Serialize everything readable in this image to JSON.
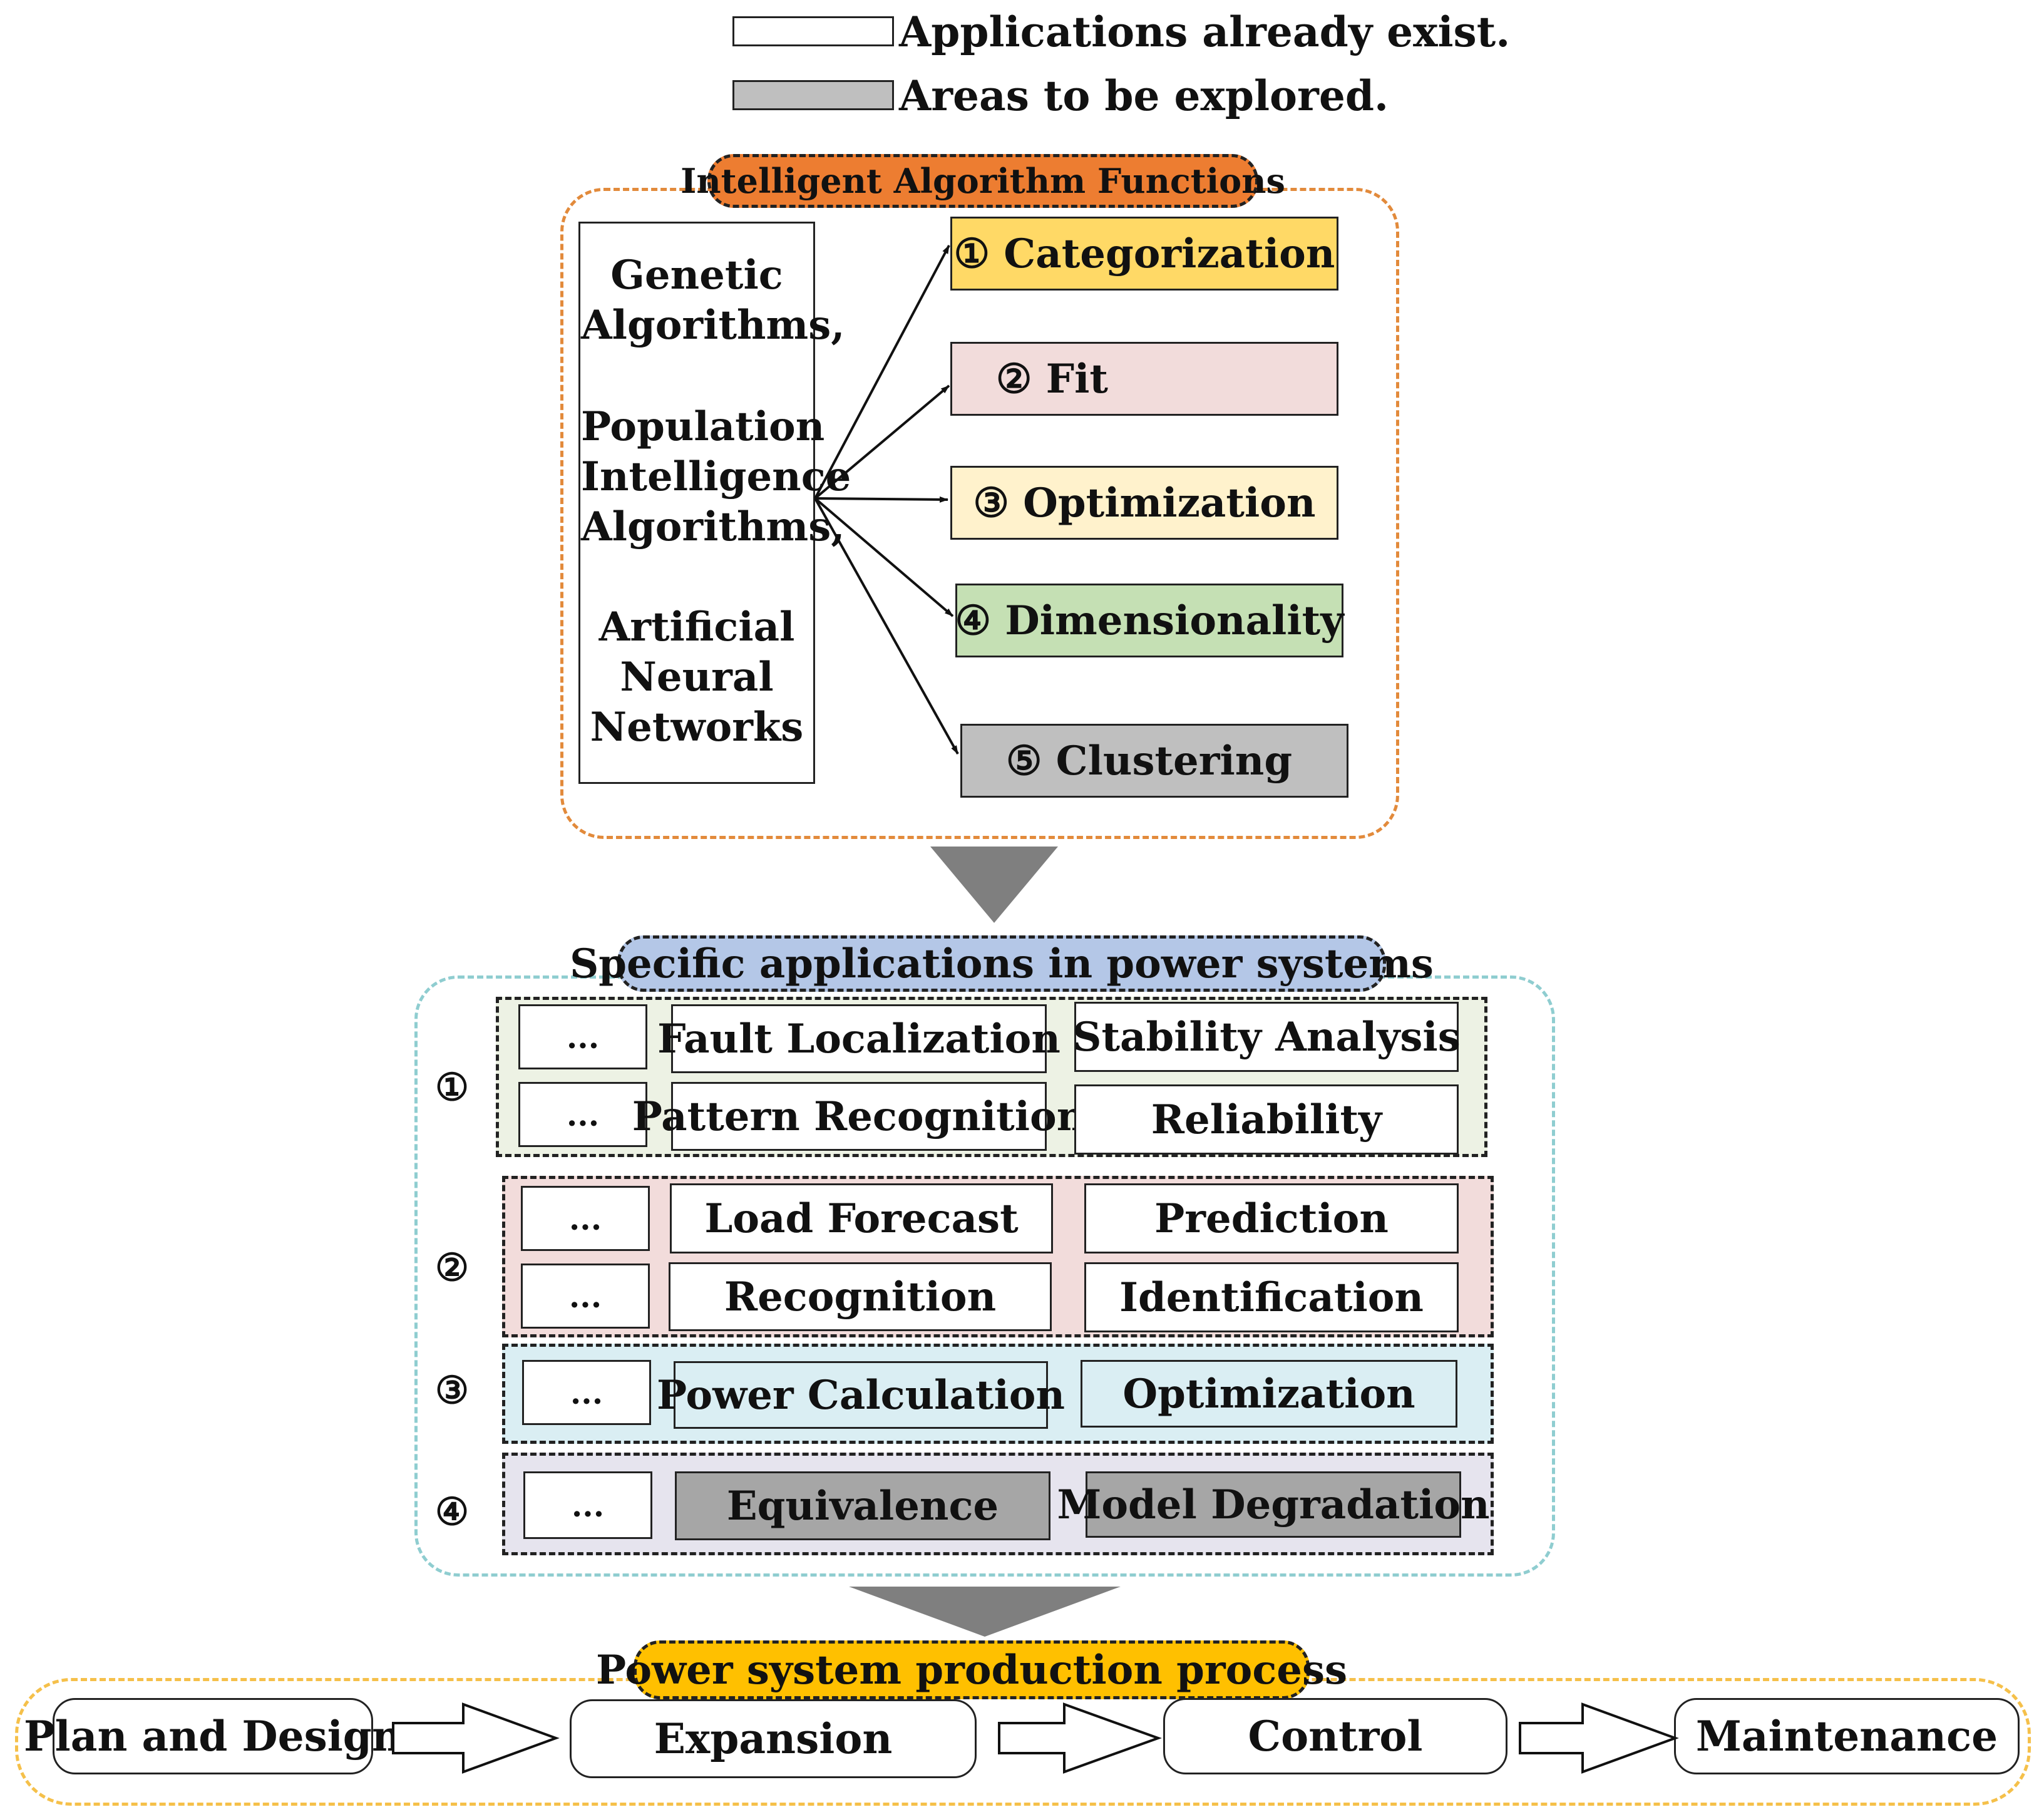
{
  "legend": {
    "existing_label": "Applications already exist.",
    "explore_label": "Areas to be explored."
  },
  "functions_section": {
    "title": "Intelligent Algorithm Functions",
    "algorithms": [
      "Genetic Algorithms,",
      "Population Intelligence Algorithms,",
      "Artificial Neural Networks"
    ],
    "functions": [
      {
        "label": "① Categorization",
        "color": "#FFD966"
      },
      {
        "label": "② Fit",
        "color": "#F2DCDB"
      },
      {
        "label": "③  Optimization",
        "color": "#FFF2CC"
      },
      {
        "label": "④ Dimensionality",
        "color": "#C5E0B4"
      },
      {
        "label": "⑤ Clustering",
        "color": "#BFBFBF"
      }
    ]
  },
  "applications_section": {
    "title": "Specific applications in power systems",
    "rows": [
      {
        "marker": "①",
        "band_color": "#EDF2E4",
        "items": [
          "...",
          "Fault Localization",
          "Stability Analysis",
          "...",
          "Pattern Recognition",
          "Reliability"
        ]
      },
      {
        "marker": "②",
        "band_color": "#F2DCDB",
        "items": [
          "...",
          "Load Forecast",
          "Prediction",
          "...",
          "Recognition",
          "Identification"
        ]
      },
      {
        "marker": "③",
        "band_color": "#DAEEF3",
        "items": [
          "...",
          "Power Calculation",
          "Optimization"
        ]
      },
      {
        "marker": "④",
        "band_color": "#E6E4EE",
        "items": [
          "...",
          "Equivalence",
          "Model Degradation"
        ]
      }
    ]
  },
  "process_section": {
    "title": "Power system production process",
    "stages": [
      "Plan and Design",
      "Expansion",
      "Control",
      "Maintenance"
    ]
  },
  "colors": {
    "orange_border": "#E28A3B",
    "orange_title": "#ED7D31",
    "blue_border": "#8FCDD0",
    "blue_title": "#B4C7E7",
    "yellow_border": "#F5C04A",
    "yellow_title": "#FFC000",
    "explore_gray": "#A6A6A6",
    "legend_gray": "#BFBFBF",
    "arrow_gray": "#7F7F7F"
  }
}
